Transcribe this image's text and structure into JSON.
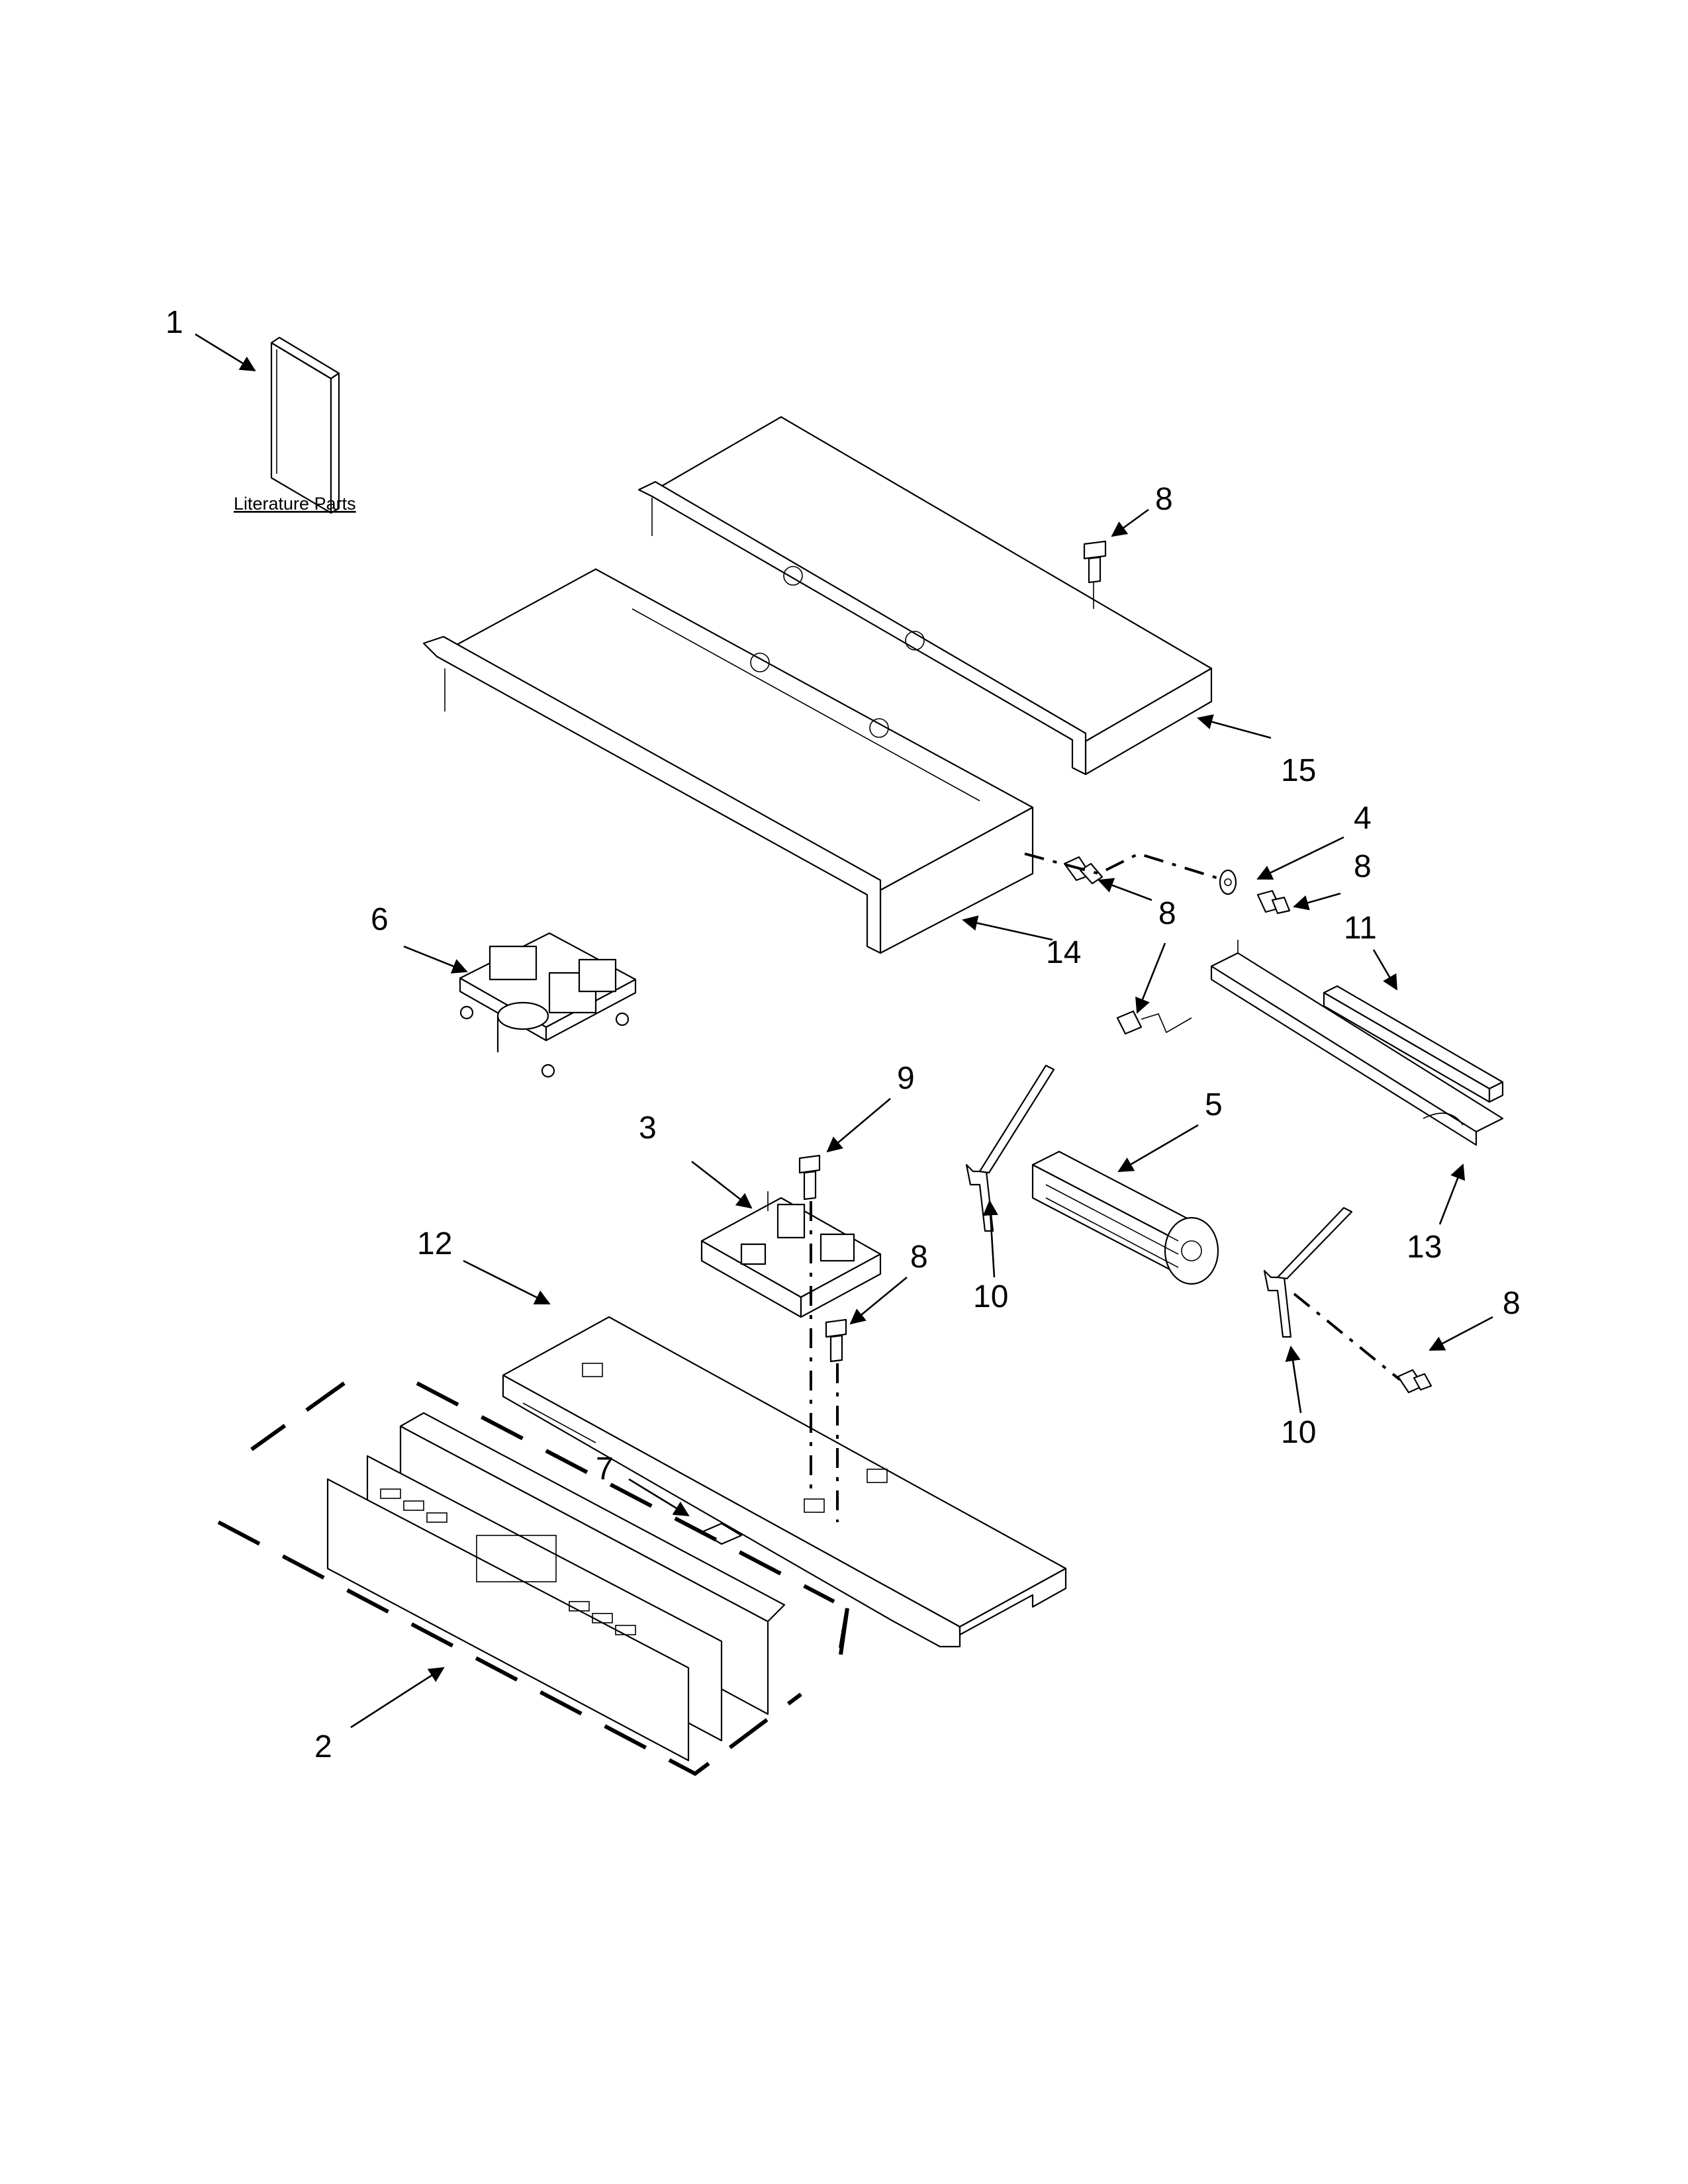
{
  "captions": {
    "literature": "Literature Parts"
  },
  "callouts": [
    {
      "id": "c1",
      "text": "1"
    },
    {
      "id": "c8a",
      "text": "8"
    },
    {
      "id": "c15",
      "text": "15"
    },
    {
      "id": "c4",
      "text": "4"
    },
    {
      "id": "c8b",
      "text": "8"
    },
    {
      "id": "c8c",
      "text": "8"
    },
    {
      "id": "c11",
      "text": "11"
    },
    {
      "id": "c6",
      "text": "6"
    },
    {
      "id": "c14",
      "text": "14"
    },
    {
      "id": "c9",
      "text": "9"
    },
    {
      "id": "c5",
      "text": "5"
    },
    {
      "id": "c3",
      "text": "3"
    },
    {
      "id": "c12",
      "text": "12"
    },
    {
      "id": "c8d",
      "text": "8"
    },
    {
      "id": "c10a",
      "text": "10"
    },
    {
      "id": "c13",
      "text": "13"
    },
    {
      "id": "c8e",
      "text": "8"
    },
    {
      "id": "c10b",
      "text": "10"
    },
    {
      "id": "c7",
      "text": "7"
    },
    {
      "id": "c2",
      "text": "2"
    }
  ]
}
